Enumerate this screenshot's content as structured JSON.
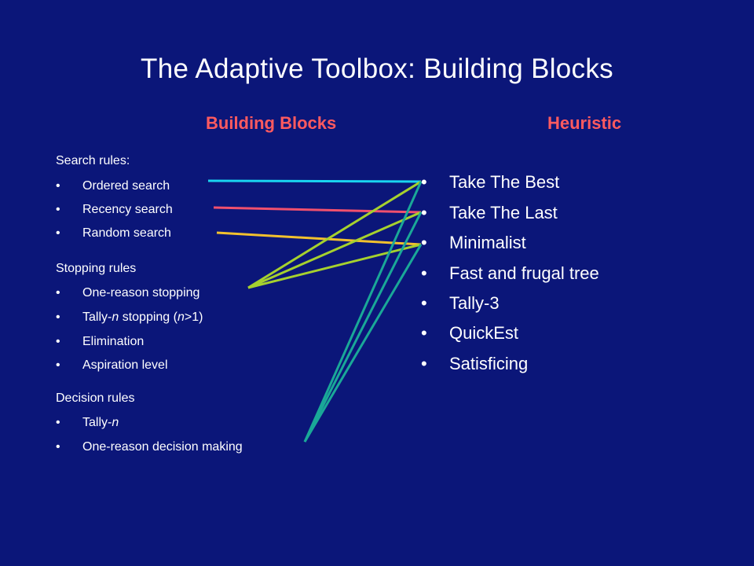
{
  "title": "The Adaptive Toolbox: Building Blocks",
  "headers": {
    "left": "Building Blocks",
    "right": "Heuristic"
  },
  "search": {
    "heading": "Search rules:",
    "items": [
      "Ordered search",
      "Recency search",
      "Random search"
    ]
  },
  "stopping": {
    "heading": "Stopping rules",
    "items": [
      "One-reason stopping",
      "Elimination",
      "Aspiration level"
    ],
    "tally": {
      "a": "Tally-",
      "n1": "n",
      "b": " stopping (",
      "n2": "n",
      "c": ">1)"
    }
  },
  "decision": {
    "heading": "Decision rules",
    "tally": {
      "a": "Tally-",
      "n": "n"
    },
    "items": [
      "One-reason decision making"
    ]
  },
  "heuristics": [
    "Take The Best",
    "Take The Last",
    "Minimalist",
    "Fast and frugal tree",
    "Tally-3",
    "QuickEst",
    "Satisficing"
  ],
  "bullet": "•",
  "colors": {
    "background": "#0b1679",
    "header": "#ff5a5f",
    "cyan": "#19d4f0",
    "pink": "#f0506e",
    "yellow": "#f2c12e",
    "green": "#a6d12e",
    "teal": "#1aa898"
  }
}
